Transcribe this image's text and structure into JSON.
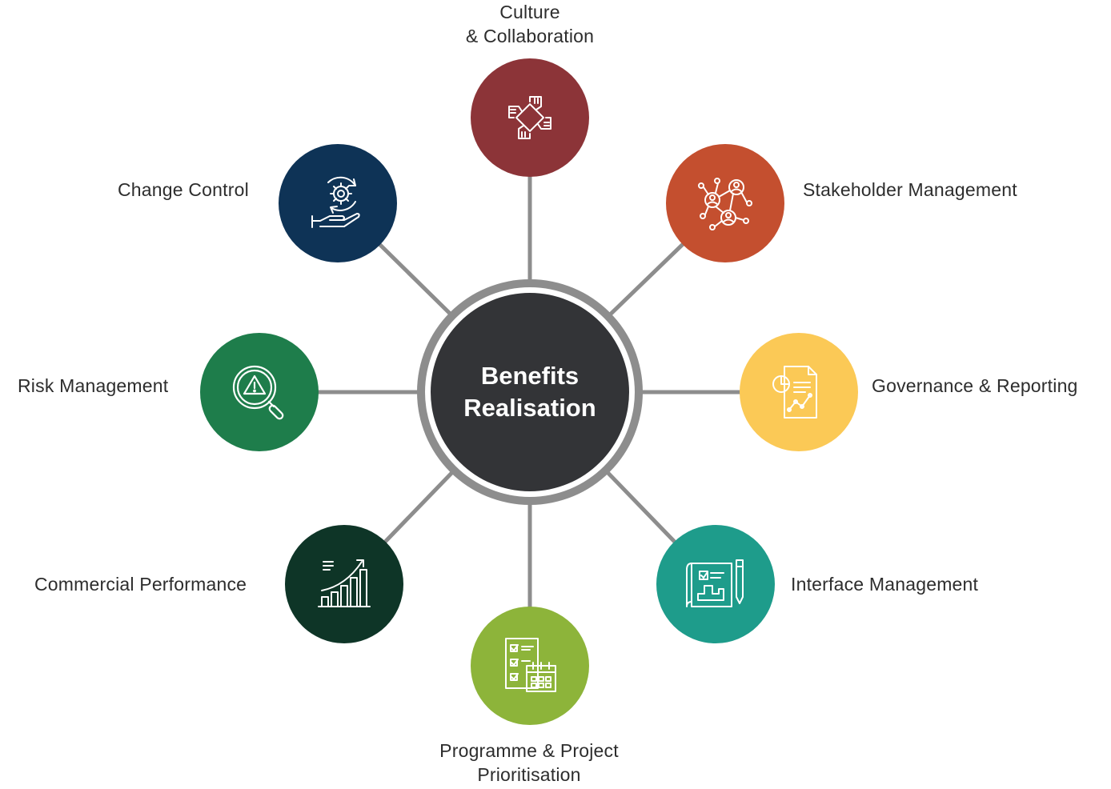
{
  "center": {
    "line1": "Benefits",
    "line2": "Realisation",
    "color": "#333437",
    "ring_color": "#8d8d8d"
  },
  "spoke_color": "#8d8d8d",
  "nodes": [
    {
      "id": "culture",
      "label_lines": [
        "Culture",
        "& Collaboration"
      ],
      "color": "#8c3438",
      "icon": "handshake-circle-icon"
    },
    {
      "id": "stakeholder",
      "label_lines": [
        "Stakeholder Management"
      ],
      "color": "#c44f2f",
      "icon": "network-people-icon"
    },
    {
      "id": "governance",
      "label_lines": [
        "Governance & Reporting"
      ],
      "color": "#fbc956",
      "icon": "report-chart-icon"
    },
    {
      "id": "interface",
      "label_lines": [
        "Interface Management"
      ],
      "color": "#1e9c8b",
      "icon": "blueprint-icon"
    },
    {
      "id": "programme",
      "label_lines": [
        "Programme & Project",
        "Prioritisation"
      ],
      "color": "#8db43a",
      "icon": "checklist-calendar-icon"
    },
    {
      "id": "commercial",
      "label_lines": [
        "Commercial Performance"
      ],
      "color": "#0e3527",
      "icon": "growth-chart-icon"
    },
    {
      "id": "risk",
      "label_lines": [
        "Risk Management"
      ],
      "color": "#1e7d4b",
      "icon": "risk-search-icon"
    },
    {
      "id": "change",
      "label_lines": [
        "Change Control"
      ],
      "color": "#0e3356",
      "icon": "gear-hand-icon"
    }
  ]
}
